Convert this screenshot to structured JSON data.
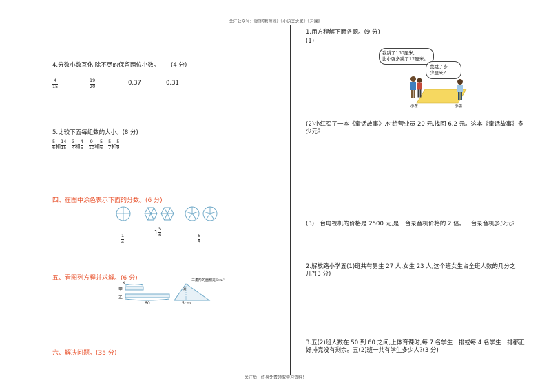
{
  "header": "关注公众号：《灯塔教师圈》《小语文之家》《习课》",
  "footer": "关注后，终身免费领取学习资料！",
  "left": {
    "q4": {
      "title": "4.分数小数互化,除不尽的保留两位小数。",
      "score": "(4 分)",
      "fractions": [
        {
          "n": "4",
          "d": "15"
        },
        {
          "n": "19",
          "d": "20"
        }
      ],
      "decimals": [
        "0.37",
        "0.31"
      ]
    },
    "q5": {
      "title": "5.比较下面每组数的大小。(8 分)",
      "pairs": [
        {
          "a": {
            "n": "5",
            "d": "6"
          },
          "b": {
            "n": "14",
            "d": "15"
          }
        },
        {
          "a": {
            "n": "3",
            "d": "4"
          },
          "b": {
            "n": "4",
            "d": "5"
          }
        },
        {
          "a": {
            "n": "9",
            "d": "10"
          },
          "b": {
            "n": "5",
            "d": "6"
          }
        },
        {
          "a": {
            "n": "5",
            "d": "7"
          },
          "b": {
            "n": "5",
            "d": "9"
          }
        }
      ],
      "connector": "和"
    },
    "s4": {
      "title": "四、在图中涂色表示下面的分数。(6 分)",
      "labels": [
        {
          "whole": "",
          "n": "1",
          "d": "4"
        },
        {
          "whole": "1",
          "n": "5",
          "d": "6"
        },
        {
          "whole": "",
          "n": "6",
          "d": "5"
        }
      ]
    },
    "s5": {
      "title": "五、看图列方程并求解。(6 分)",
      "x_label": "x",
      "row_a": "甲",
      "row_b": "乙",
      "length": "60",
      "triangle_note": "三角形的面积是6cm²",
      "height_label": "高",
      "base_label": "5cm"
    },
    "s6": {
      "title": "六、解决问题。(35 分)"
    }
  },
  "right": {
    "q1": {
      "title": "1.用方程解下面各题。(9 分)",
      "sub1": "(1)",
      "bubble1": [
        "我跳了160厘米,",
        "比小强多跳了12厘米。"
      ],
      "bubble2": [
        "我跳了多",
        "少厘米?"
      ],
      "name1": "小东",
      "name2": "小强",
      "sub2": "(2)小红买了一本《童话故事》,付给营业员 20 元,找回 6.2 元。这本《童话故事》多少元?",
      "sub3": "(3)一台电视机的价格是 2500 元,是一台录音机价格的 2 倍。一台录音机多少元?"
    },
    "q2": "2.解放路小学五(1)班共有男生 27 人,女生 23 人,这个班女生占全班人数的几分之几?(3 分)",
    "q3": "3.五(2)班人数在 50 到 60 之间,上体育课时,每 7 名学生一排或每 4 名学生一排都正好排完没有剩余。五(2)班一共有学生多少人?(3 分)"
  }
}
